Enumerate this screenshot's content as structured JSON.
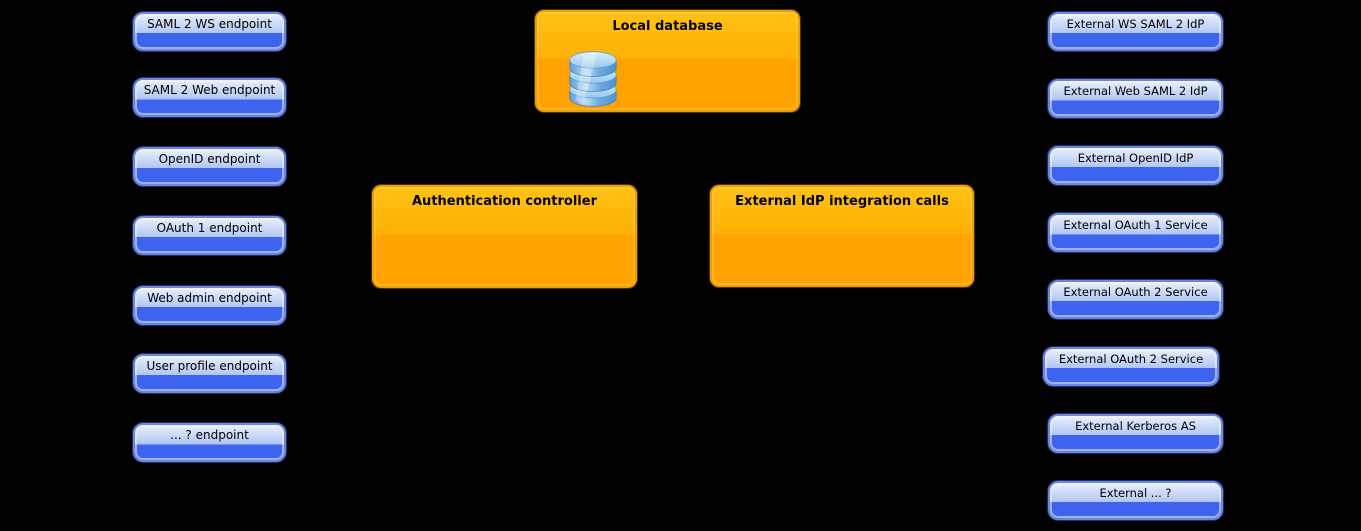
{
  "left_endpoints": [
    {
      "label": "SAML 2 WS endpoint"
    },
    {
      "label": "SAML 2 Web endpoint"
    },
    {
      "label": "OpenID endpoint"
    },
    {
      "label": "OAuth 1 endpoint"
    },
    {
      "label": "Web admin endpoint"
    },
    {
      "label": "User profile endpoint"
    },
    {
      "label": "... ? endpoint"
    }
  ],
  "center": {
    "local_database": {
      "title": "Local database",
      "icon": "database-icon"
    },
    "auth_controller": {
      "title": "Authentication controller"
    },
    "external_idp": {
      "title": "External IdP integration calls"
    }
  },
  "right_services": [
    {
      "label": "External WS SAML 2 IdP"
    },
    {
      "label": "External Web SAML 2 IdP"
    },
    {
      "label": "External OpenID IdP"
    },
    {
      "label": "External OAuth 1 Service"
    },
    {
      "label": "External OAuth 2 Service"
    },
    {
      "label": "External OAuth 2 Service"
    },
    {
      "label": "External Kerberos AS"
    },
    {
      "label": "External ... ?"
    }
  ],
  "colors": {
    "background": "#000000",
    "blue_top": "#EAF0FD",
    "blue_mid": "#AFC5F3",
    "blue_bottom": "#3D63EF",
    "blue_border": "#6B86DB",
    "orange_top": "#FFC115",
    "orange_mid": "#FFB104",
    "orange_bottom": "#FFA202",
    "orange_border": "#F09E00",
    "db_icon_blue": "#6AAADE"
  }
}
